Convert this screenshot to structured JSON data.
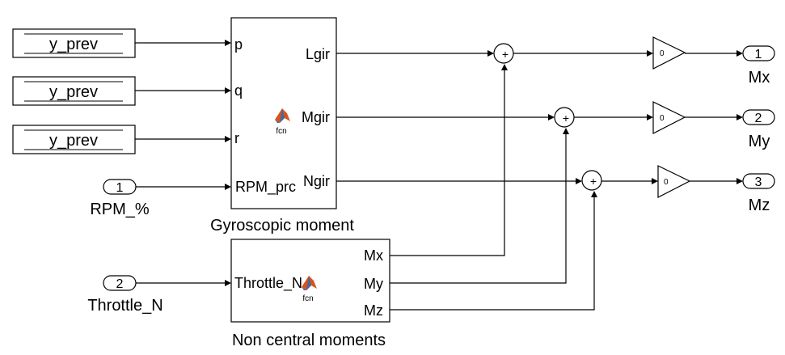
{
  "from_blocks": [
    {
      "label": "y_prev"
    },
    {
      "label": "y_prev"
    },
    {
      "label": "y_prev"
    }
  ],
  "inports": [
    {
      "number": "1",
      "name": "RPM_%"
    },
    {
      "number": "2",
      "name": "Throttle_N"
    }
  ],
  "gyro_block": {
    "title": "Gyroscopic moment",
    "inputs": [
      "p",
      "q",
      "r",
      "RPM_prc"
    ],
    "outputs": [
      "Lgir",
      "Mgir",
      "Ngir"
    ],
    "fcn_label": "fcn"
  },
  "noncentral_block": {
    "title": "Non central moments",
    "inputs": [
      "Throttle_N"
    ],
    "outputs": [
      "Mx",
      "My",
      "Mz"
    ],
    "fcn_label": "fcn"
  },
  "sum_blocks": [
    {
      "sign": "+"
    },
    {
      "sign": "+"
    },
    {
      "sign": "+"
    }
  ],
  "gain_blocks": [
    {
      "value": "0"
    },
    {
      "value": "0"
    },
    {
      "value": "0"
    }
  ],
  "outports": [
    {
      "number": "1",
      "name": "Mx"
    },
    {
      "number": "2",
      "name": "My"
    },
    {
      "number": "3",
      "name": "Mz"
    }
  ],
  "colors": {
    "background": "#ffffff",
    "line": "#000000",
    "matlab_icon_orange": "#d9531e",
    "matlab_icon_blue": "#2a6db5"
  }
}
